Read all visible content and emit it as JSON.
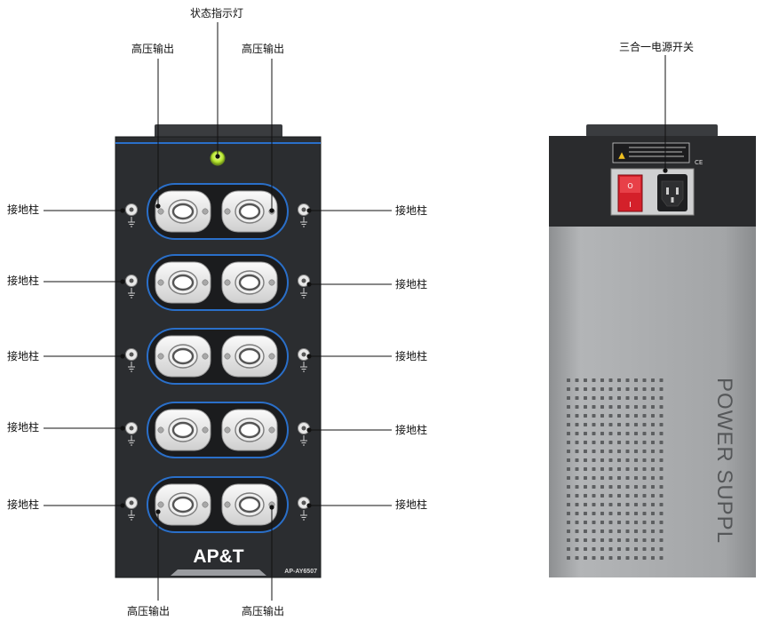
{
  "labels": {
    "status_light": "状态指示灯",
    "hv_output": "高压输出",
    "ground_post": "接地柱",
    "power_switch": "三合一电源开关"
  },
  "front_panel": {
    "brand": "AP&T",
    "model": "AP-AY6507",
    "output_rows": 5,
    "outputs_per_row": 2,
    "status_led_color": "#b8e830",
    "row_ring_color": "#2a6fc9",
    "panel_color": "#2b2d30"
  },
  "rear_panel": {
    "vertical_text": "POWER SUPPL",
    "switch_color": "#d4202a",
    "body_color": "#a7a9ab",
    "top_color": "#2a2b2d",
    "ce_mark": "CE",
    "switch_on_glyph": "O",
    "switch_off_glyph": "I"
  }
}
